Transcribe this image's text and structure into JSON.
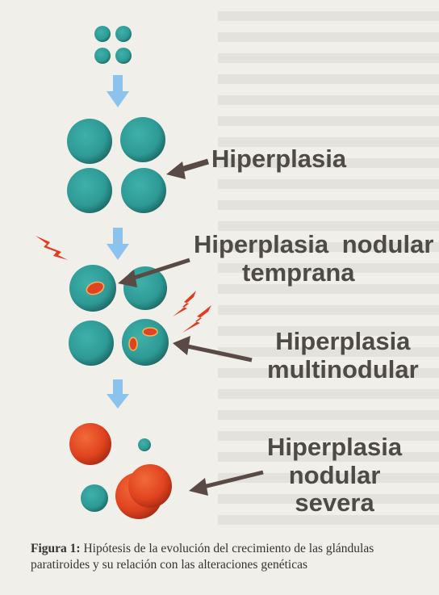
{
  "labels": {
    "hiperplasia": "Hiperplasia",
    "nodular_temprana_1": "Hiperplasia nodular",
    "nodular_temprana_2": "temprana",
    "multinodular_1": "Hiperplasia",
    "multinodular_2": "multinodular",
    "severa_1": "Hiperplasia",
    "severa_2": "nodular",
    "severa_3": "severa"
  },
  "caption": {
    "bold": "Figura 1:",
    "text": " Hipótesis de la evolución del crecimiento de las glándulas paratiroides y su relación con las alteraciones genéticas"
  },
  "colors": {
    "cell_teal": "#2e9a95",
    "cell_teal_dark": "#1f6f6c",
    "nodule_red": "#e0431f",
    "arrow_blue": "#8cc2ee",
    "arrow_brown": "#5a4a45",
    "lightning": "#e33a1f"
  },
  "icons": [
    "down-arrow-icon",
    "pointer-arrow-icon",
    "lightning-bolt-icon"
  ]
}
